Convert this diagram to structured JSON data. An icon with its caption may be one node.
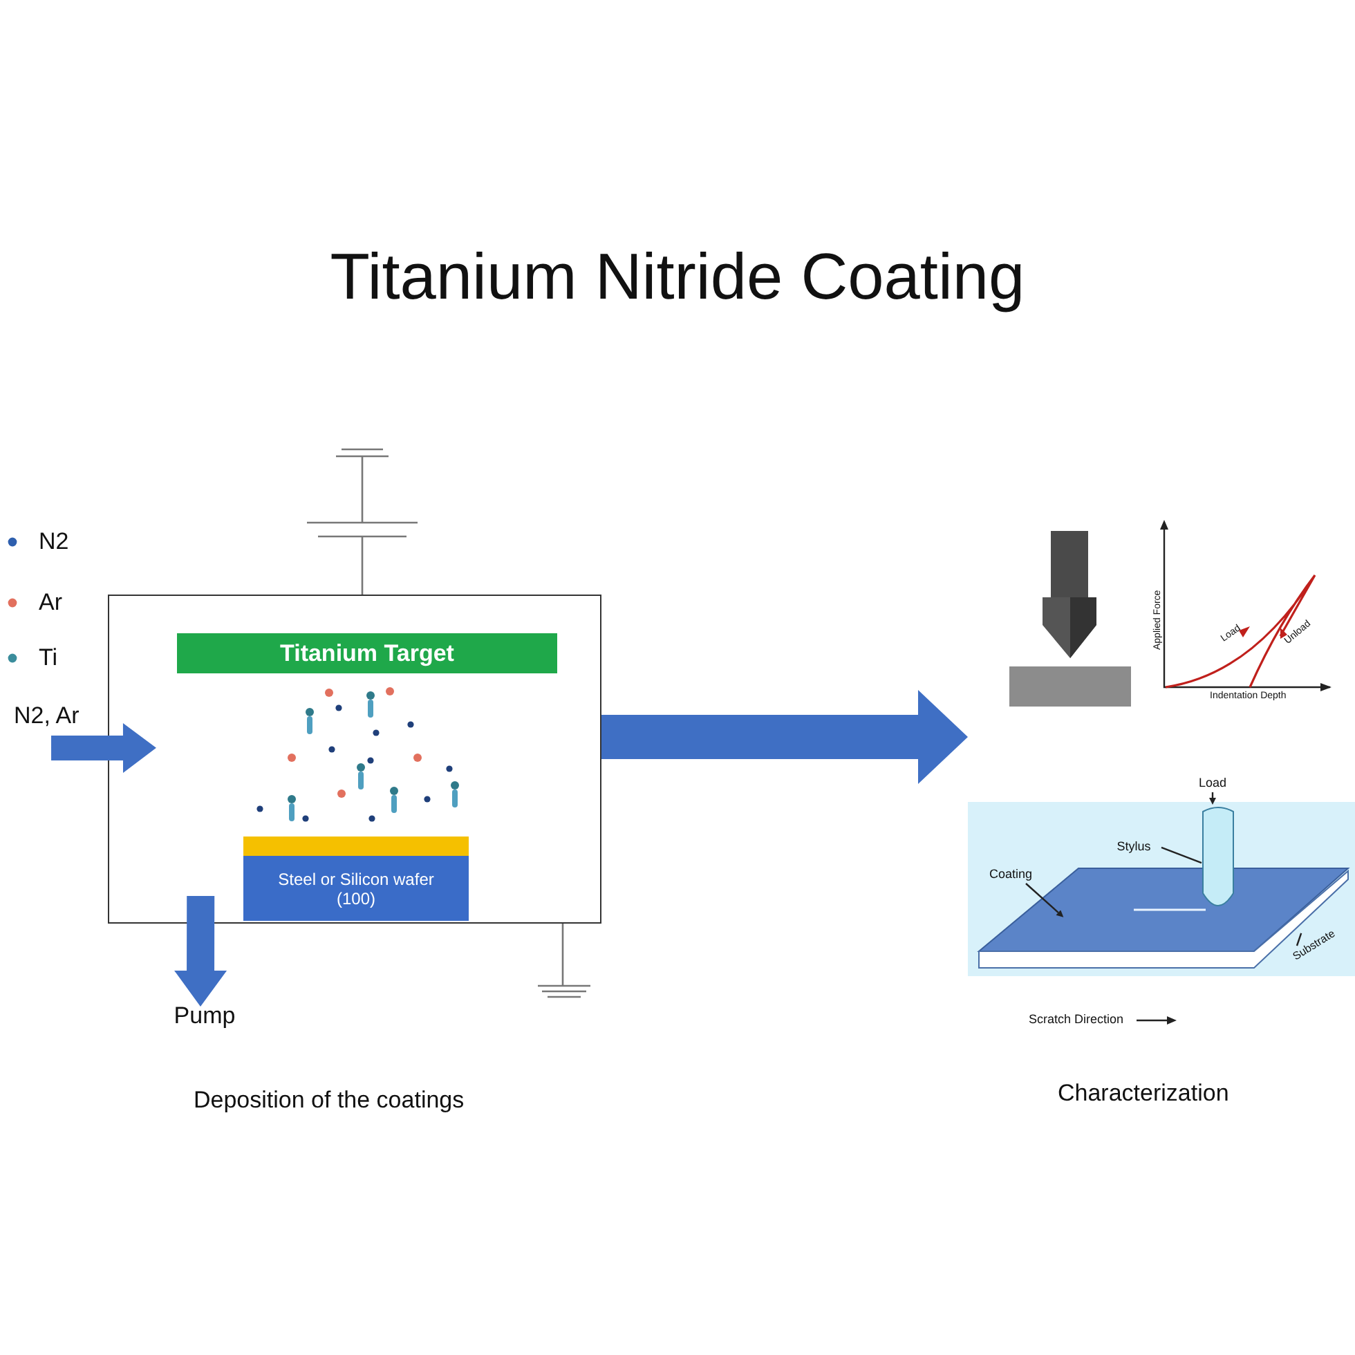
{
  "diagram": {
    "title": "Titanium Nitride Coating",
    "nodes": [
      {
        "text": [],
        "shape": "box"
      },
      {
        "text": [
          "Titanium Target"
        ],
        "in": 0
      },
      {
        "text": [],
        "shape": "bar",
        "in": 0
      },
      {
        "text": [
          "Steel or Silicon wafer (100)"
        ],
        "in": 0
      },
      {
        "text": [
          "N2, Ar"
        ]
      },
      {
        "text": [
          "Pump"
        ]
      },
      {
        "text": [],
        "shape": "box"
      },
      {
        "text": [
          "Load"
        ]
      },
      {
        "text": [
          "Stylus"
        ],
        "in": 6
      },
      {
        "text": [
          "Coating"
        ],
        "in": 6
      },
      {
        "text": [
          "Substrate"
        ],
        "in": 6
      },
      {
        "text": [],
        "shape": "cylinder",
        "in": 6
      },
      {
        "text": [],
        "shape": "box",
        "in": 6
      },
      {
        "text": [],
        "shape": "bar",
        "in": 6
      }
    ],
    "edges": [
      {
        "from": 4,
        "to": 0,
        "arrow": "to",
        "style": "thick",
        "color": "#3f6fc4"
      },
      {
        "from": 0,
        "to": 5,
        "arrow": "to",
        "style": "thick",
        "color": "#3f6fc4"
      },
      {
        "from": 0,
        "to": 6,
        "arrow": "to",
        "style": "thick",
        "color": "#3f6fc4"
      },
      {
        "from": 7,
        "to": 11,
        "arrow": "to"
      },
      {
        "from": 8,
        "to": 11,
        "arrow": "none"
      },
      {
        "from": 9,
        "to": 12,
        "arrow": "to"
      },
      {
        "from": 10,
        "to": 13,
        "arrow": "none"
      }
    ],
    "labels": [
      "Applied Force",
      "Indentation Depth",
      "Load",
      "Unload",
      "Scratch Direction",
      "Deposition of the coatings",
      "Characterization"
    ],
    "legend": [
      {
        "text": "N2",
        "color": "#2e5fae"
      },
      {
        "text": "Ar",
        "color": "#e2705e"
      },
      {
        "text": "Ti",
        "color": "#3b8d9c"
      }
    ]
  }
}
